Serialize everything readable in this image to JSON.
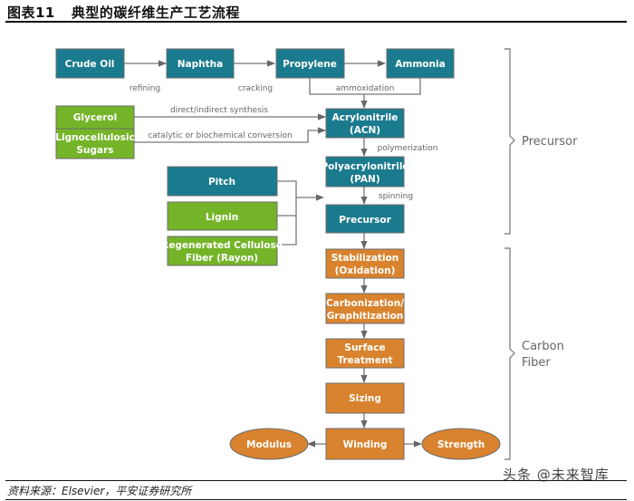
{
  "header": {
    "figure_number": "图表11",
    "title": "典型的碳纤维生产工艺流程"
  },
  "colors": {
    "petrochemical": "#1b7b8e",
    "bio": "#74b428",
    "carbon_fiber": "#d9832f",
    "connector": "#777777"
  },
  "nodes": {
    "crude_oil": "Crude Oil",
    "naphtha": "Naphtha",
    "propylene": "Propylene",
    "ammonia": "Ammonia",
    "glycerol": "Glycerol",
    "lignocellulosic_line1": "Lignocellulosic",
    "lignocellulosic_line2": "Sugars",
    "acn_line1": "Acrylonitrile",
    "acn_line2": "(ACN)",
    "pan_line1": "Polyacrylonitrile",
    "pan_line2": "(PAN)",
    "pitch": "Pitch",
    "lignin": "Lignin",
    "rayon_line1": "Regenerated Cellulose",
    "rayon_line2": "Fiber (Rayon)",
    "precursor": "Precursor",
    "stabilization_line1": "Stabilization",
    "stabilization_line2": "(Oxidation)",
    "carbonization_line1": "Carbonization/",
    "carbonization_line2": "Graphitization",
    "surface_line1": "Surface",
    "surface_line2": "Treatment",
    "sizing": "Sizing",
    "winding": "Winding",
    "modulus": "Modulus",
    "strength": "Strength"
  },
  "edges": {
    "refining": "refining",
    "cracking": "cracking",
    "ammoxidation": "ammoxidation",
    "direct_synthesis": "direct/indirect synthesis",
    "catalytic": "catalytic or biochemical conversion",
    "polymerization": "polymerization",
    "spinning": "spinning"
  },
  "stages": {
    "precursor": "Precursor",
    "carbon_fiber_line1": "Carbon",
    "carbon_fiber_line2": "Fiber"
  },
  "footer": {
    "source": "资料来源：Elsevier，平安证券研究所",
    "watermark": "头条 @未来智库"
  }
}
